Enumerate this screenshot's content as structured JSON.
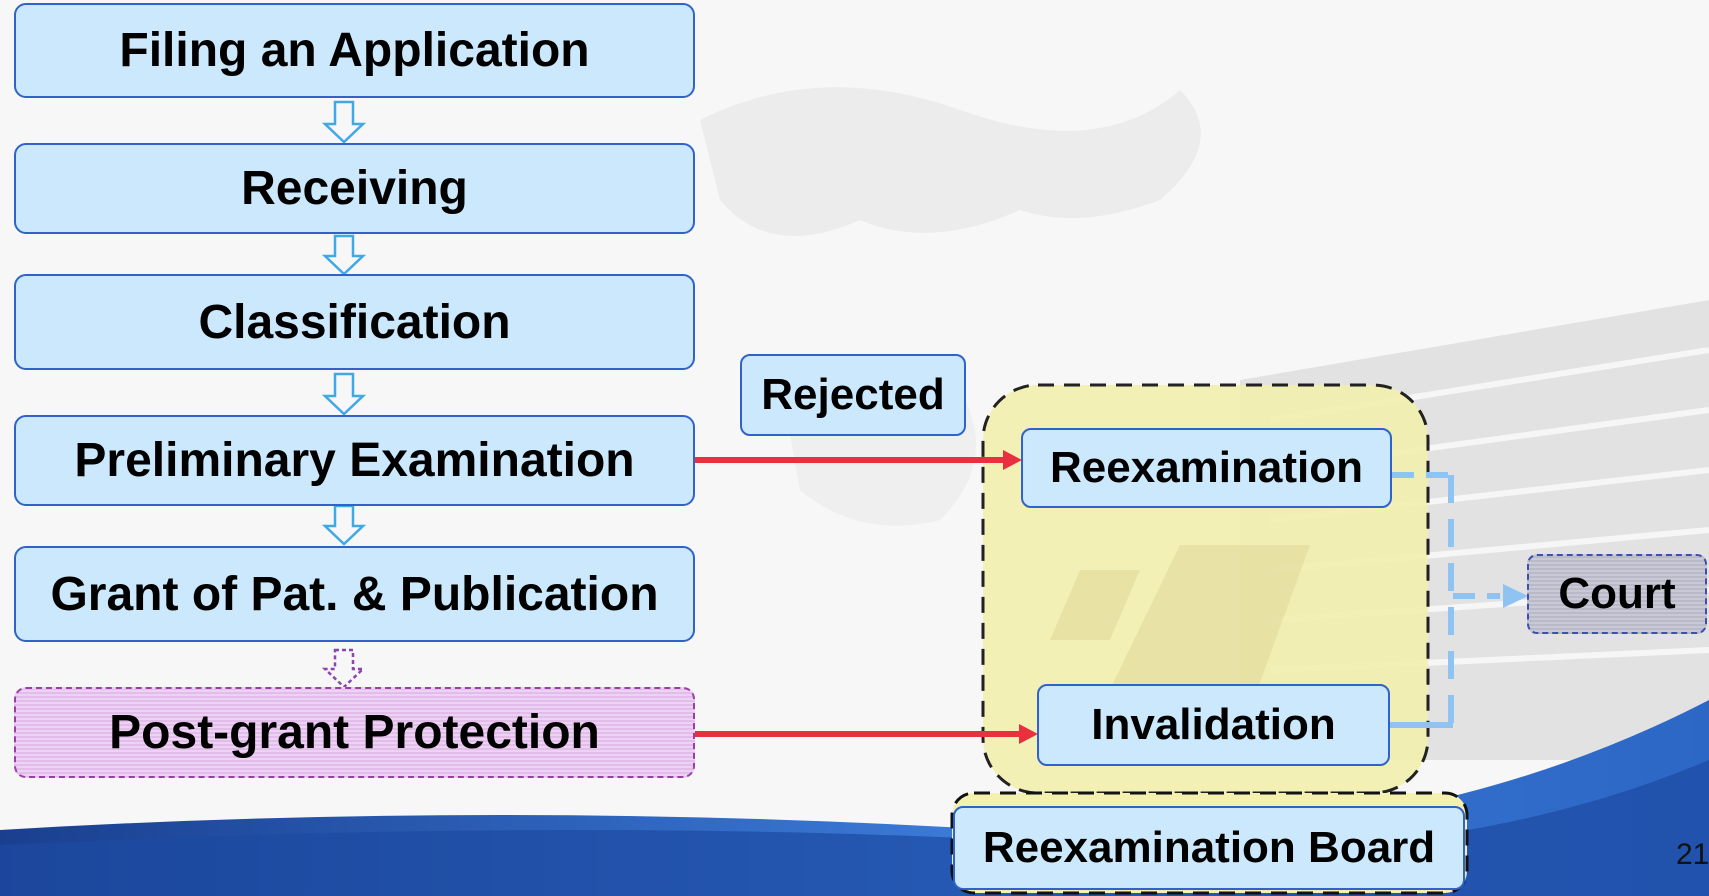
{
  "flow": {
    "steps": [
      {
        "label": "Filing an Application"
      },
      {
        "label": "Receiving"
      },
      {
        "label": "Classification"
      },
      {
        "label": "Preliminary Examination"
      },
      {
        "label": "Grant of Pat. & Publication"
      },
      {
        "label": "Post-grant Protection"
      }
    ]
  },
  "right": {
    "rejected": "Rejected",
    "reexamination": "Reexamination",
    "invalidation": "Invalidation",
    "board": "Reexamination Board",
    "court": "Court"
  },
  "slide": {
    "page_number": "21"
  },
  "colors": {
    "box_fill": "#cce8fc",
    "box_border": "#2f63c9",
    "red_arrow": "#e8303f",
    "light_blue_arrow": "#8fc4f2",
    "yellow_group": "#f3f0b0",
    "pink_box": "#ecd2f3"
  }
}
